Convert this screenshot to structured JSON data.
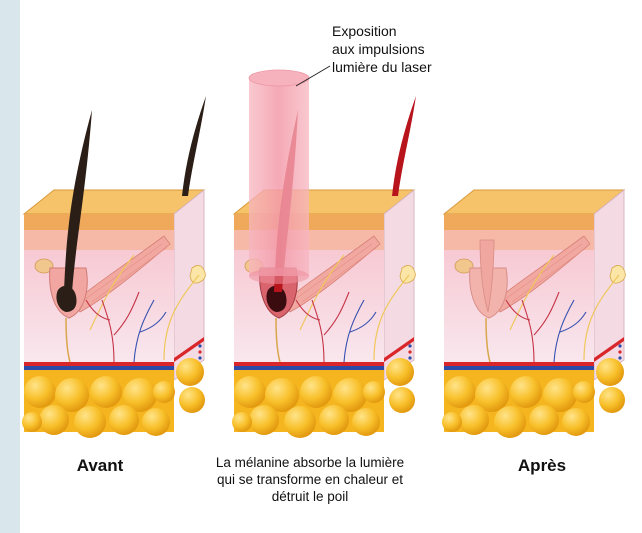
{
  "laser_label": "Exposition\naux impulsions\nlumière du laser",
  "panels": [
    {
      "caption": "Avant"
    },
    {
      "caption": "La mélanine absorbe la lumière\nqui se transforme en chaleur et\ndétruit le poil"
    },
    {
      "caption": "Après"
    }
  ],
  "colors": {
    "epidermis": "#f0b35a",
    "dermis": "#f6dfe6",
    "fat": "#f4b51f",
    "hair_dark": "#2a1e16",
    "hair_red": "#b8141c",
    "laser": "#f29aa8",
    "artery": "#d9262b",
    "vein": "#2c4aa8"
  }
}
